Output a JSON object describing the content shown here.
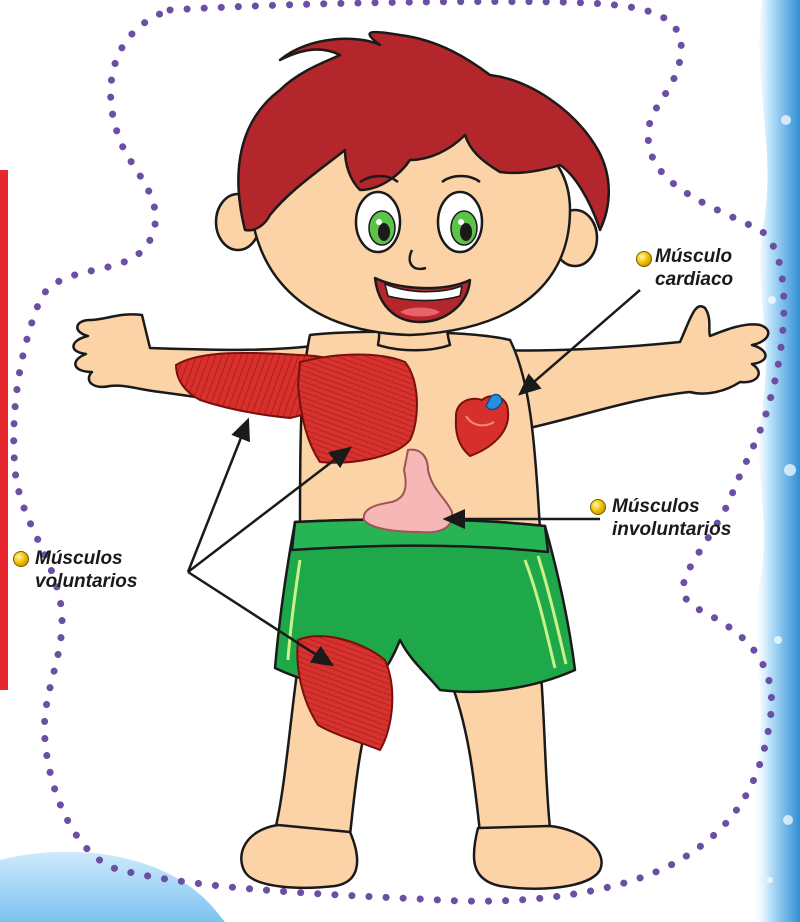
{
  "labels": {
    "cardiac": {
      "line1": "Músculo",
      "line2": "cardiaco"
    },
    "involuntary": {
      "line1": "Músculos",
      "line2": "involuntarios"
    },
    "voluntary": {
      "line1": "Músculos",
      "line2": "voluntarios"
    }
  },
  "colors": {
    "dotted_outline": "#6b4fa0",
    "hair": "#b3262b",
    "skin": "#fbd3a6",
    "muscle": "#d9302c",
    "shorts": "#1fa84a",
    "stomach": "#f6b7b6",
    "water_blue": "#3a9ee0",
    "red_edge": "#e8262d",
    "bullet": "#f2c200"
  },
  "icons": [
    "yellow-bullet-icon"
  ]
}
